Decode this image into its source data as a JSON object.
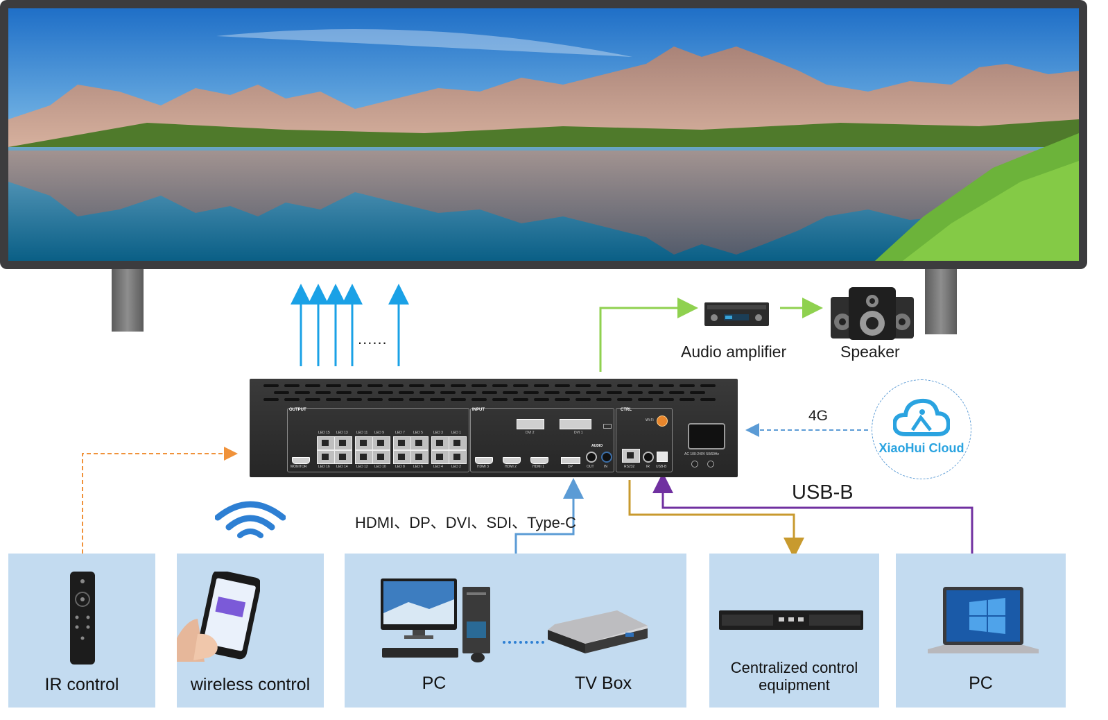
{
  "labels": {
    "audio_amplifier": "Audio amplifier",
    "speaker": "Speaker",
    "dots": "......",
    "network_4g": "4G",
    "cloud": "XiaoHui Cloud",
    "usb_b": "USB-B",
    "input_types": "HDMI、DP、DVI、SDI、Type-C",
    "ir_control": "IR control",
    "wireless_control": "wireless control",
    "pc": "PC",
    "tv_box": "TV Box",
    "centralized_line1": "Centralized control",
    "centralized_line2": "equipment",
    "pc_right": "PC"
  },
  "device": {
    "output_title": "OUTPUT",
    "input_title": "INPUT",
    "ctrl_title": "CTRL",
    "monitor": "MONITOR",
    "led_top": [
      "LED 15",
      "LED 13",
      "LED 11",
      "LED 9",
      "LED 7",
      "LED 5",
      "LED 3",
      "LED 1"
    ],
    "led_bottom": [
      "LED 16",
      "LED 14",
      "LED 12",
      "LED 10",
      "LED 8",
      "LED 6",
      "LED 4",
      "LED 2"
    ],
    "dvi2": "DVI 2",
    "dvi1": "DVI 1",
    "audio": "AUDIO",
    "hdmi3": "HDMI 3",
    "hdmi2": "HDMI 2",
    "hdmi1": "HDMI 1",
    "dp": "DP",
    "out": "OUT",
    "in": "IN",
    "wifi": "Wi-Fi",
    "rs232": "RS232",
    "ir": "IR",
    "usb": "USB-B",
    "power": "AC 100-240V 50/60Hz"
  },
  "colors": {
    "output_arrows": "#1aa1e6",
    "audio_line": "#8fd14f",
    "ir_line": "#f0923a",
    "input_line": "#5b9bd5",
    "ctrl_line": "#c89a2e",
    "usb_line": "#7030a0",
    "cloud_line": "#5b9bd5",
    "panel_bg": "#c3dbf0",
    "cloud_text": "#2aa3e0"
  }
}
